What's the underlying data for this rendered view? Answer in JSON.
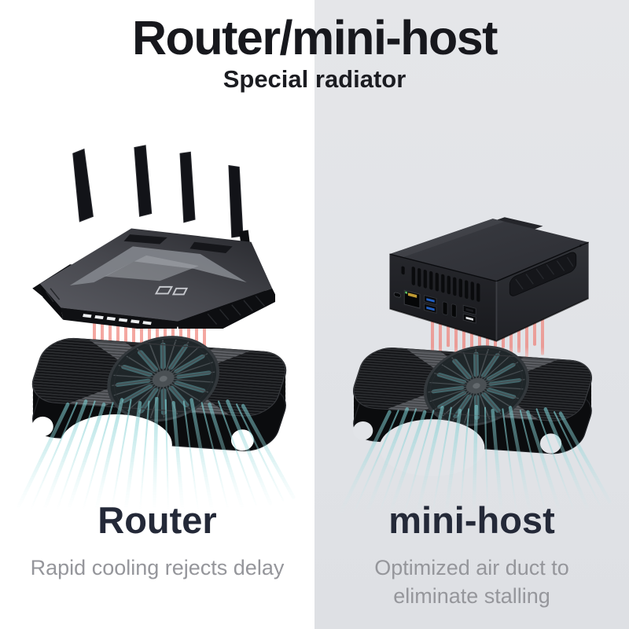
{
  "header": {
    "title": "Router/mini-host",
    "subtitle": "Special radiator"
  },
  "sections": {
    "router": {
      "label": "Router",
      "description": "Rapid cooling rejects delay"
    },
    "mini_host": {
      "label": "mini-host",
      "description": "Optimized air duct to eliminate stalling"
    }
  },
  "illustrations": {
    "left": "gaming-router-with-four-antennas-floating-above-cooling-pad",
    "right": "mini-pc-with-ports-floating-above-cooling-pad",
    "cooling_pad": "black-slab-radiator-with-center-fan-and-grille",
    "hot_airflow": "red-heat-streams-drawn-down-into-pad",
    "cool_airflow": "cyan-air-streams-fanning-out-below-pad"
  },
  "colors": {
    "background_left": "#ffffff",
    "background_right": "#e2e4e8",
    "title_text": "#17181d",
    "caption_title_text": "#242938",
    "caption_description_text": "#95969b",
    "hot_airflow": "#f0897f",
    "cool_airflow": "#8fd2d4",
    "device_body": "#1a1b1f",
    "fan_blade_teal": "#5a9297"
  }
}
